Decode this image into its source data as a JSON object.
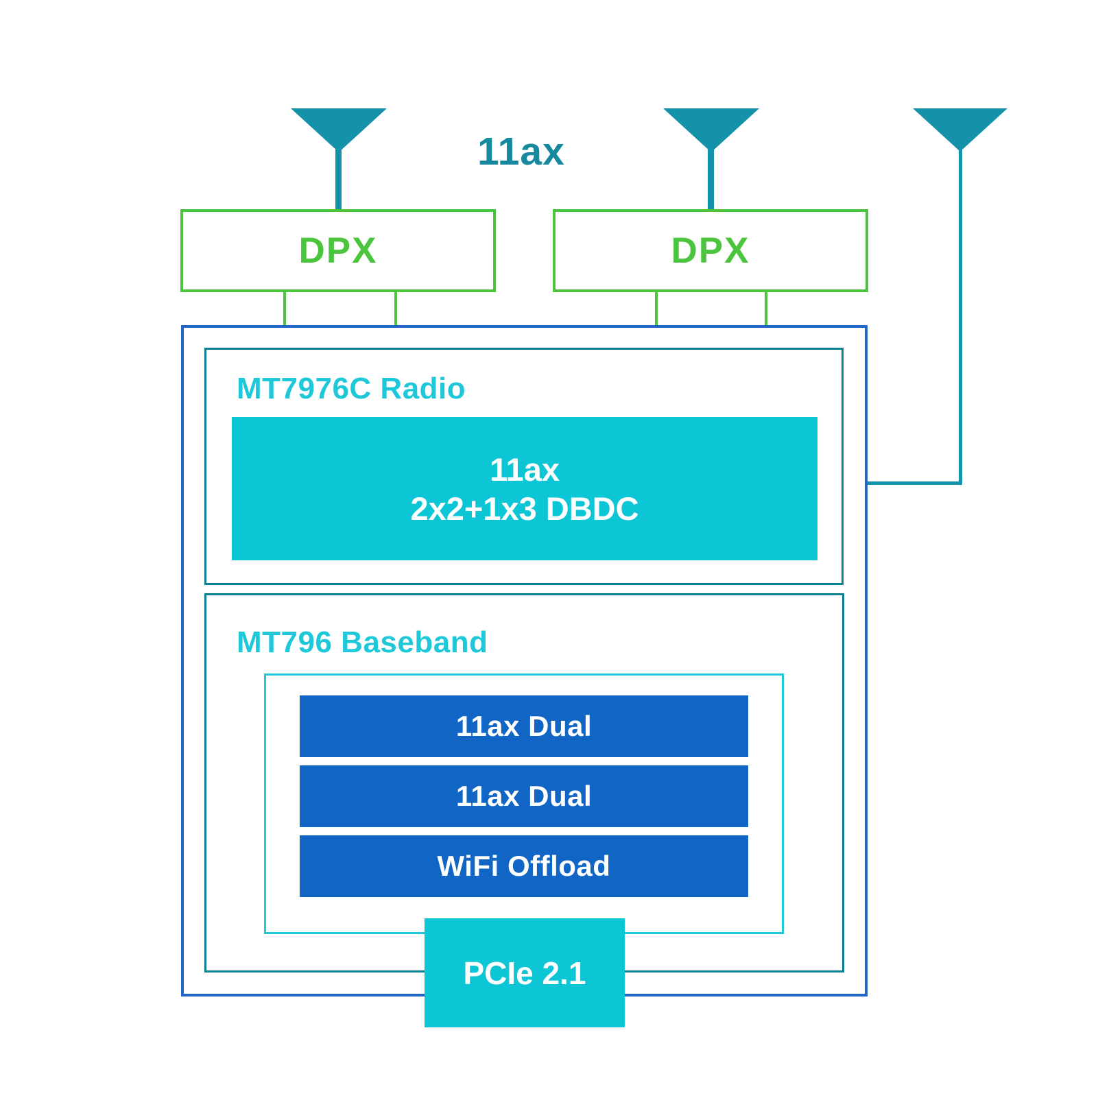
{
  "diagram": {
    "top_label": "11ax",
    "dpx": [
      {
        "label": "DPX"
      },
      {
        "label": "DPX"
      }
    ],
    "radio": {
      "title": "MT7976C Radio",
      "dbdc_line1": "11ax",
      "dbdc_line2": "2x2+1x3 DBDC"
    },
    "baseband": {
      "title": "MT796 Baseband",
      "bars": [
        {
          "label": "11ax Dual"
        },
        {
          "label": "11ax Dual"
        },
        {
          "label": "WiFi Offload"
        }
      ],
      "pcie_label": "PCIe 2.1"
    }
  },
  "colors": {
    "antenna": "#1492a9",
    "teal-label": "#17899e",
    "teal-dark": "#0c7f92",
    "cyan-bright": "#1fc8d8",
    "cyan-fill": "#0cc5d5",
    "blue-border": "#2366c6",
    "blue-bar": "#1165c5",
    "green": "#4cc53e",
    "background": "#ffffff",
    "text-on-fill": "#ffffff"
  }
}
